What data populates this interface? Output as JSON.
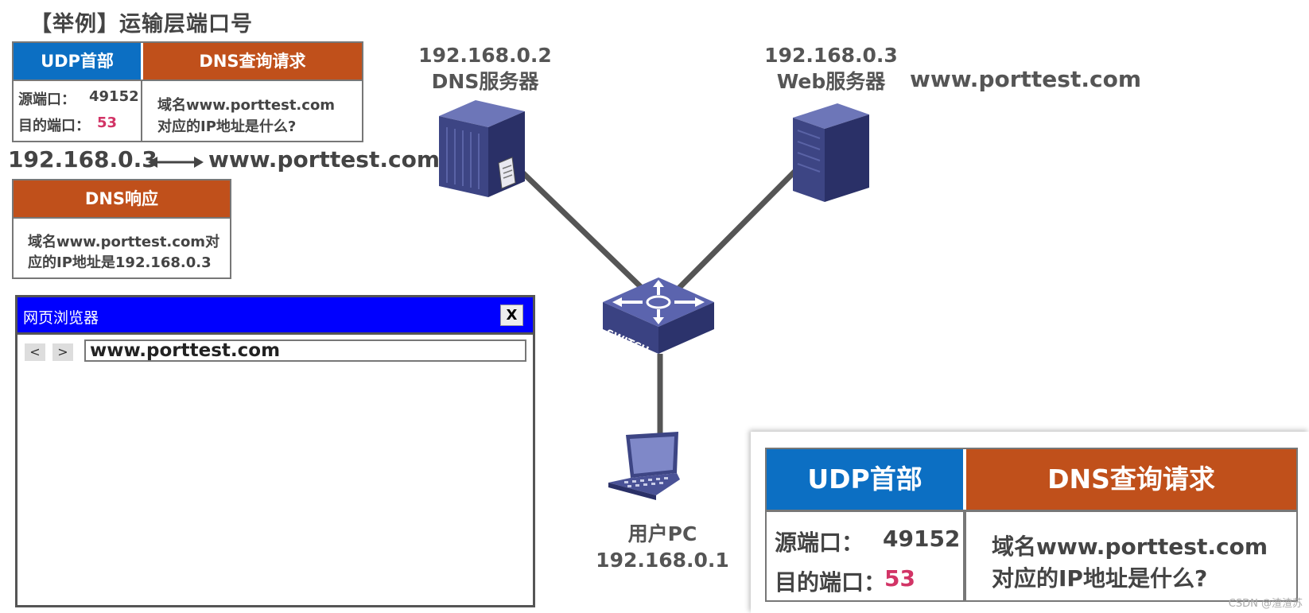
{
  "title": "【举例】运输层端口号",
  "small_request": {
    "udp_header": "UDP首部",
    "dns_query": "DNS查询请求",
    "src_port_label": "源端口：",
    "src_port_value": "49152",
    "dst_port_label": "目的端口：",
    "dst_port_value": "53",
    "query_line1": "域名www.porttest.com",
    "query_line2": "对应的IP地址是什么?"
  },
  "mapping": {
    "ip": "192.168.0.3",
    "domain": "www.porttest.com"
  },
  "dns_response": {
    "header": "DNS响应",
    "line1": "域名www.porttest.com对",
    "line2": "应的IP地址是192.168.0.3"
  },
  "browser": {
    "title": "网页浏览器",
    "close_label": "X",
    "back_label": "<",
    "forward_label": ">",
    "url": "www.porttest.com"
  },
  "network": {
    "dns_server": {
      "ip": "192.168.0.2",
      "name": "DNS服务器"
    },
    "web_server": {
      "ip": "192.168.0.3",
      "name": "Web服务器",
      "domain": "www.porttest.com"
    },
    "switch_label": "SWITCH",
    "user_pc": {
      "name": "用户PC",
      "ip": "192.168.0.1"
    }
  },
  "big_request": {
    "udp_header": "UDP首部",
    "dns_query": "DNS查询请求",
    "src_port_label": "源端口：",
    "src_port_value": "49152",
    "dst_port_label": "目的端口：",
    "dst_port_value": "53",
    "query_line1": "域名www.porttest.com",
    "query_line2": "对应的IP地址是什么?"
  },
  "watermark": "CSDN @渣渣苏",
  "colors": {
    "udp_blue": "#0c6fc3",
    "dns_orange": "#c0501b",
    "port_red": "#d23466",
    "browser_blue": "#0000ff"
  }
}
